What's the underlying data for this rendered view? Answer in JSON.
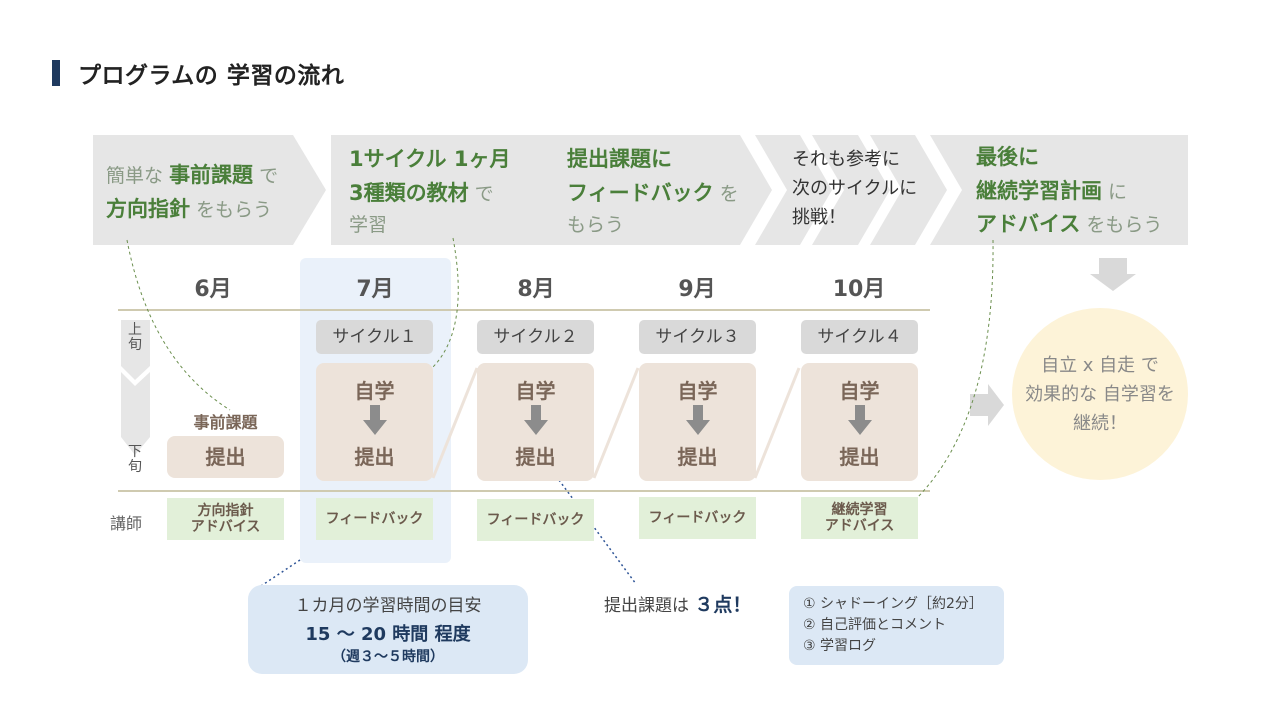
{
  "title": "プログラムの 学習の流れ",
  "chevrons": {
    "c1": {
      "pre": "簡単な",
      "b1": "事前課題",
      "mid": "で",
      "b2": "方向指針",
      "post": "をもらう"
    },
    "c2": {
      "line1": "1サイクル 1ヶ月",
      "b2": "3種類の教材",
      "mid": "で",
      "post": "学習"
    },
    "c3": {
      "b1": "提出課題に",
      "b2": "フィードバック",
      "mid": "を",
      "post": "もらう"
    },
    "c4": {
      "line1": "それも参考に",
      "line2": "次のサイクルに",
      "line3": "挑戦！"
    },
    "c5": {
      "b1": "最後に",
      "b2": "継続学習計画",
      "mid": "に",
      "b3": "アドバイス",
      "post": "をもらう"
    }
  },
  "months": [
    "6月",
    "7月",
    "8月",
    "9月",
    "10月"
  ],
  "period_labels": {
    "upper": "上旬",
    "lower": "下旬"
  },
  "instructor_label": "講師",
  "pre_task": {
    "label": "事前課題",
    "submit": "提出"
  },
  "cycles": [
    "サイクル１",
    "サイクル２",
    "サイクル３",
    "サイクル４"
  ],
  "study": {
    "self": "自学",
    "submit": "提出"
  },
  "feedback": [
    "方向指針\nアドバイス",
    "フィードバック",
    "フィードバック",
    "フィードバック",
    "継続学習\nアドバイス"
  ],
  "result": {
    "line1": "自立 x 自走 で",
    "line2": "効果的な 自学習を",
    "line3": "継続！"
  },
  "time_note": {
    "line1": "１カ月の学習時間の目安",
    "line2": "15 〜 20 時間 程度",
    "line3": "（週３〜５時間）"
  },
  "task_count": {
    "pre": "提出課題は",
    "value": "３点！"
  },
  "task_list": [
    "① シャドーイング［約2分］",
    "② 自己評価とコメント",
    "③ 学習ログ"
  ],
  "colors": {
    "accent_green": "#4a7f3a",
    "chevron_fill": "#e6e6e6",
    "study_fill": "#ede3da",
    "feedback_fill": "#e2f0d9",
    "highlight_blue": "#eaf1fa",
    "note_blue": "#dce8f5",
    "result_fill": "#fdf3d8",
    "title_bar": "#1f3a5f"
  }
}
